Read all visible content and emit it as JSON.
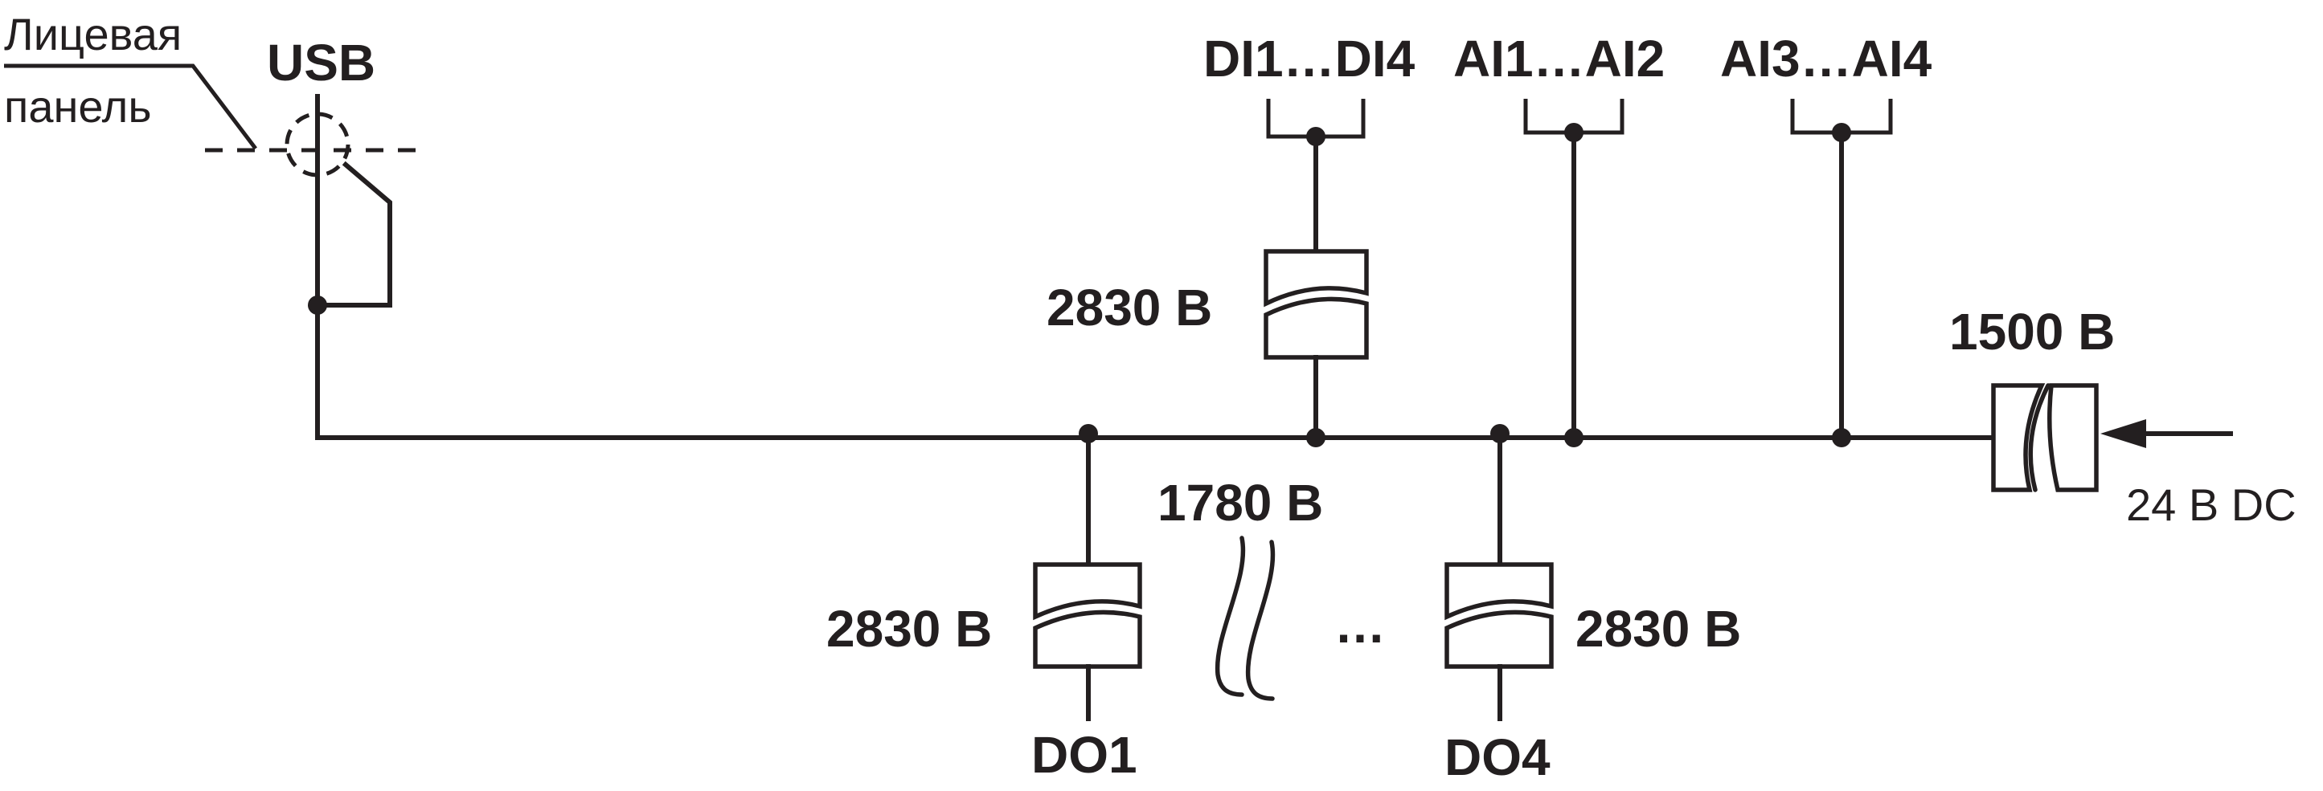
{
  "labels": {
    "front_panel_line1": "Лицевая",
    "front_panel_line2": "панель",
    "usb": "USB",
    "di_group": "DI1…DI4",
    "ai12_group": "AI1…AI2",
    "ai34_group": "AI3…AI4",
    "iso_di": "2830 В",
    "iso_do1": "2830 В",
    "iso_do4": "2830 В",
    "iso_do_group": "1780 В",
    "iso_power": "1500 В",
    "power_input": "24 В DC",
    "ellipsis": "…",
    "do1": "DO1",
    "do4": "DO4"
  },
  "colors": {
    "line": "#231f20",
    "background": "#ffffff"
  }
}
